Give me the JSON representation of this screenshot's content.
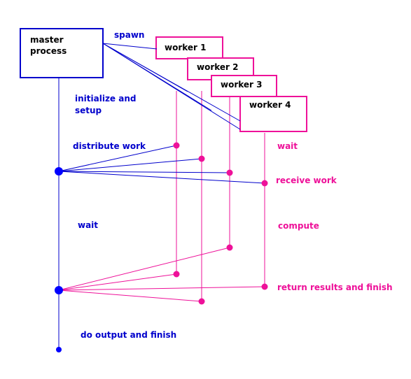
{
  "colors": {
    "master": "#0000cc",
    "master_dot": "#0000ff",
    "worker": "#ee1199",
    "text_dark": "#000000"
  },
  "master": {
    "line1": "master",
    "line2": "process"
  },
  "workers": [
    "worker 1",
    "worker 2",
    "worker 3",
    "worker 4"
  ],
  "labels": {
    "spawn": "spawn",
    "init_line1": "initialize and",
    "init_line2": "setup",
    "distribute": "distribute work",
    "master_wait": "wait",
    "output": "do output and finish",
    "worker_wait": "wait",
    "receive": "receive work",
    "compute": "compute",
    "return": "return results and finish"
  }
}
